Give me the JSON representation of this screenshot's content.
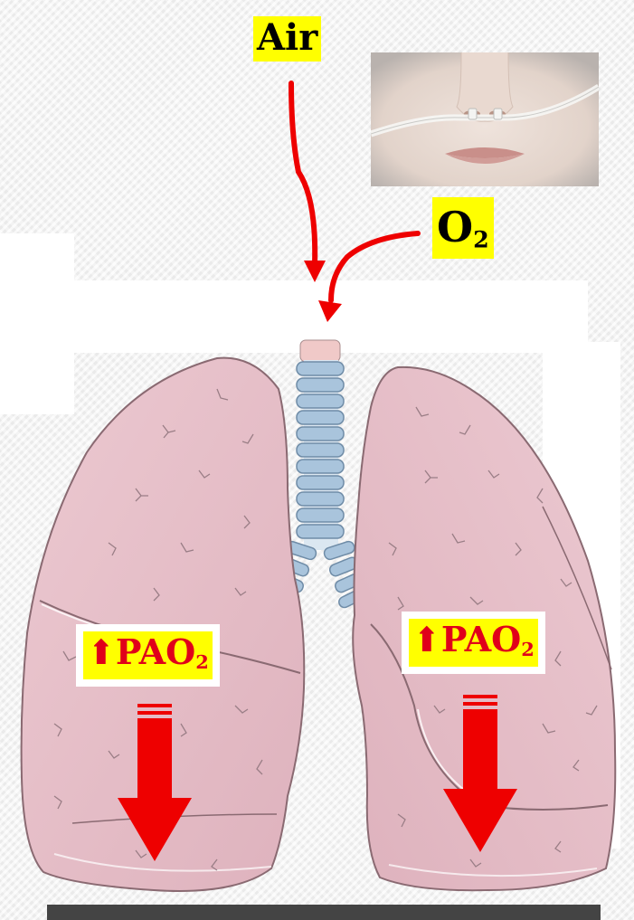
{
  "labels": {
    "air": "Air",
    "o2_main": "O",
    "o2_sub": "2",
    "pao2_up": "⬆",
    "pao2_main": "PAO",
    "pao2_sub": "2"
  },
  "colors": {
    "highlight": "#ffff00",
    "arrow_red": "#ee0000",
    "lung_fill": "#e6bec8",
    "lung_outline": "#8a6a72",
    "trachea": "#a9c4dc"
  },
  "icons": [
    "nasal-cannula-photo",
    "lungs-illustration",
    "trachea-illustration",
    "down-arrow-icon",
    "up-arrow-icon"
  ]
}
